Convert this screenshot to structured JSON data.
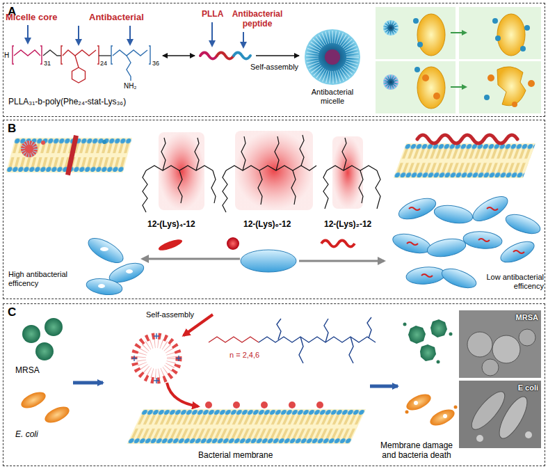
{
  "diagram": {
    "nodes": [
      {
        "text": [
          "A"
        ]
      },
      {
        "text": [
          "B"
        ]
      },
      {
        "text": [
          "C"
        ]
      },
      {
        "text": [
          "MRSA"
        ],
        "in": 2
      },
      {
        "text": [
          "E coli"
        ],
        "in": 2
      }
    ],
    "labels": [
      "Micelle core",
      "Antibacterial",
      "PLLA",
      "Antibacterial peptide",
      "H",
      "31",
      "24",
      "36",
      "NH₂",
      "PLLA₃₁-b-poly(Phe₂₄-stat-Lys₃₆)",
      "Self-assembly",
      "Antibacterial micelle",
      "12-(Lys)₄-12",
      "12-(Lys)₆-12",
      "12-(Lys)₂-12",
      "High antibacterial efficency",
      "Low antibacterial efficency",
      "MRSA",
      "E. coli",
      "Self-assembly",
      "n = 2,4,6",
      "Bacterial membrane",
      "Membrane damage and bacteria death"
    ]
  }
}
